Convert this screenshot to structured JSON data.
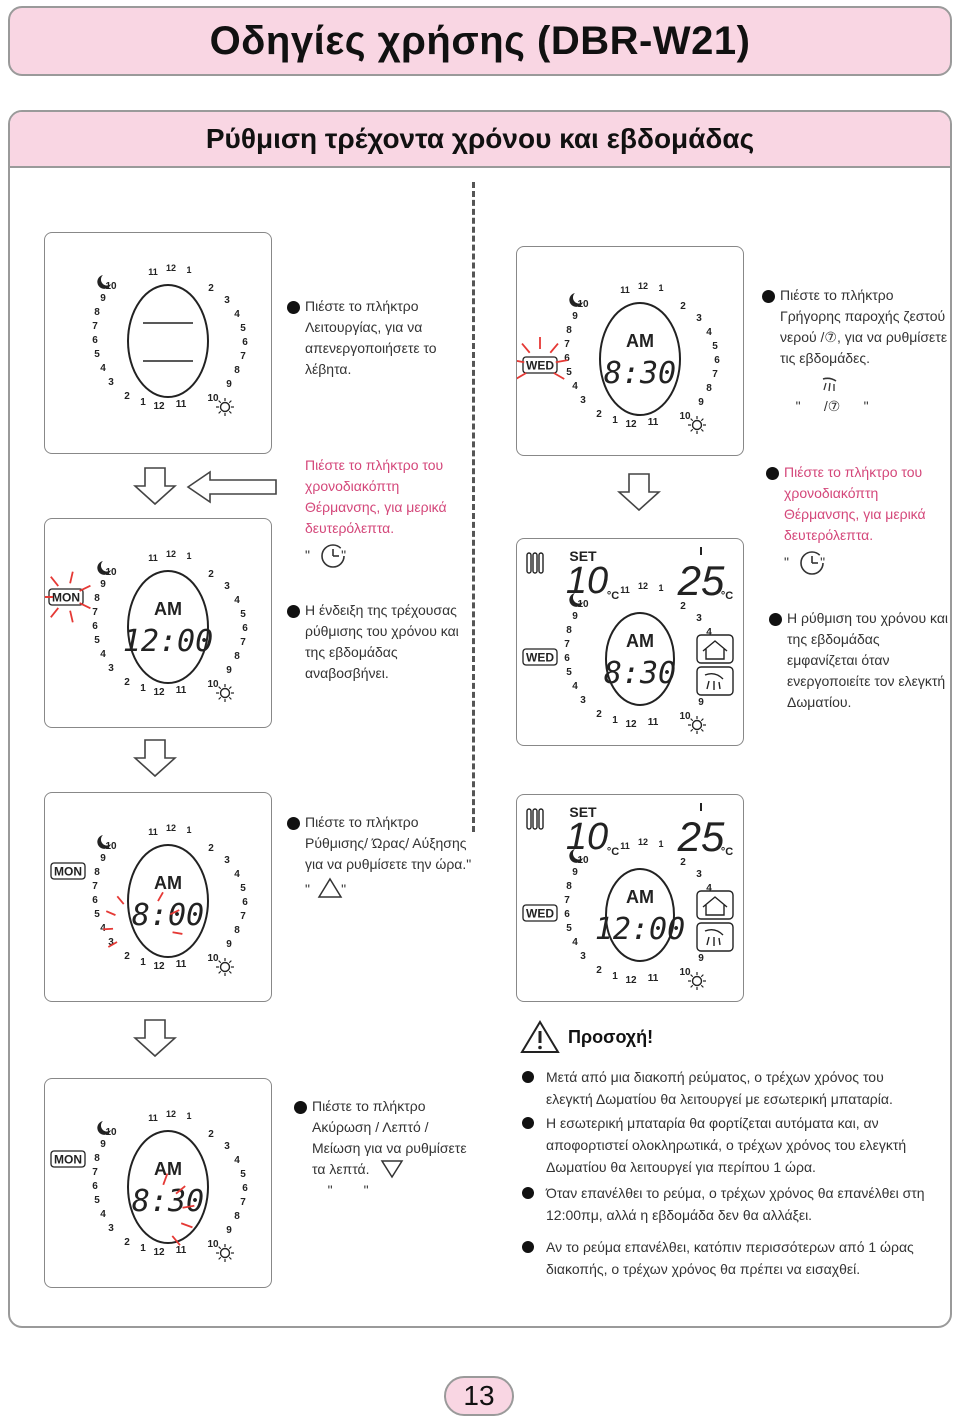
{
  "page": {
    "title": "Οδηγίες χρήσης (DBR-W21)",
    "section_title": "Ρύθμιση τρέχοντα χρόνου και εβδομάδας",
    "page_number": "13"
  },
  "displays": {
    "dial_hours_left": [
      "10",
      "9",
      "8",
      "7",
      "6",
      "5",
      "4",
      "3",
      "2",
      "1",
      "12",
      "11"
    ],
    "dial_hours_right": [
      "2",
      "3",
      "4",
      "5",
      "6",
      "7",
      "8",
      "9",
      "10"
    ],
    "dial_top": [
      "11",
      "12",
      "1"
    ],
    "am_label": "AM",
    "set_label": "SET",
    "celsius": "°C",
    "panel_a": {
      "day": "",
      "time": ""
    },
    "panel_b": {
      "day": "MON",
      "time": "12:00"
    },
    "panel_c": {
      "day": "MON",
      "time": "8:00"
    },
    "panel_d": {
      "day": "MON",
      "time": "8:30"
    },
    "panel_e": {
      "day": "WED",
      "time": "8:30"
    },
    "panel_f": {
      "day": "WED",
      "time": "8:30",
      "set_temp": "10",
      "room_temp": "25"
    },
    "panel_g": {
      "day": "WED",
      "time": "12:00",
      "set_temp": "10",
      "room_temp": "25"
    }
  },
  "left_steps": {
    "s1": "Πιέστε το πλήκτρο Λειτουργίας, για να απενεργοποιήσετε το λέβητα.",
    "s2": "Πιέστε το πλήκτρο του χρονοδιακόπτη Θέρμανσης, για μερικά δευτερόλεπτα.",
    "s2_sym": "\"        \"",
    "s3": "Η ένδειξη της τρέχουσας ρύθμισης του χρόνου και της εβδομάδας αναβοσβήνει.",
    "s4": "Πιέστε το πλήκτρο Ρύθμισης/ Ώρας/ Αύξησης για να ρυθμίσετε την ώρα.\"",
    "s4_sym": "\"        \"",
    "s5": "Πιέστε το πλήκτρο Ακύρωση / Λεπτό / Μείωση για να ρυθμίσετε τα λεπτά.",
    "s5_q": "\"        \""
  },
  "right_steps": {
    "r1": "Πιέστε το πλήκτρο Γρήγορης παροχής ζεστού νερού /⑦, για να ρυθμίσετε τις εβδομάδες.",
    "r1_sym": "\"      /⑦      \"",
    "r2": "Πιέστε το πλήκτρο του χρονοδιακόπτη Θέρμανσης, για μερικά δευτερόλεπτα.",
    "r2_sym": "\"        \"",
    "r3": "Η ρύθμιση του χρόνου και της εβδομάδας εμφανίζεται όταν ενεργοποιείτε τον ελεγκτή Δωματίου."
  },
  "warning": {
    "title": "Προσοχή!",
    "items": [
      "Μετά από μια διακοπή ρεύματος, ο τρέχων χρόνος του ελεγκτή Δωματίου θα λειτουργεί με εσωτερική μπαταρία.",
      "Η εσωτερική μπαταρία θα φορτίζεται αυτόματα και, αν αποφορτιστεί ολοκληρωτικά, ο τρέχων χρόνος του ελεγκτή Δωματίου θα λειτουργεί για περίπου 1 ώρα.",
      "Όταν επανέλθει το ρεύμα, ο τρέχων χρόνος θα επανέλθει στη 12:00πμ, αλλά η εβδομάδα δεν θα αλλάξει.",
      "Αν το ρεύμα επανέλθει, κατόπιν περισσότερων από 1 ώρας διακοπής, ο τρέχων χρόνος θα πρέπει να εισαχθεί."
    ]
  },
  "colors": {
    "accent_pink": "#f9d6e3",
    "highlight": "#d4477a",
    "blink_red": "#e53935"
  }
}
